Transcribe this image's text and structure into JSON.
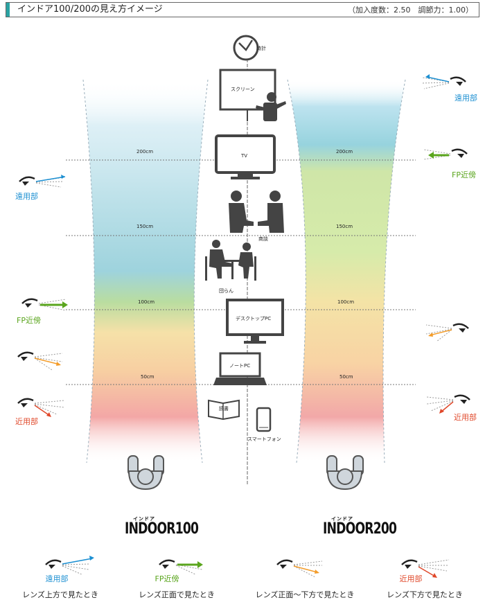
{
  "header": {
    "title": "インドア100/200の見え方イメージ",
    "params": "（加入度数：2.50　調節力：1.00）",
    "accent_color": "#2aa3a3"
  },
  "distances": [
    "200cm",
    "150cm",
    "100cm",
    "50cm"
  ],
  "objects": {
    "clock": "時計",
    "screen": "スクリーン",
    "tv": "TV",
    "meeting": "商談",
    "chat": "団らん",
    "desktop": "デスクトップPC",
    "notebook": "ノートPC",
    "reading": "読書",
    "smartphone": "スマートフォン"
  },
  "left_labels": {
    "far": "遠用部",
    "fp": "FP近傍",
    "near": "近用部"
  },
  "right_labels": {
    "far": "遠用部",
    "fp": "FP近傍",
    "near": "近用部"
  },
  "logos": {
    "left_small": "インドア",
    "left_big": "INDOOR100",
    "right_small": "インドア",
    "right_big": "INDOOR200"
  },
  "legend": [
    {
      "zone": "遠用部",
      "caption": "レンズ上方で見たとき",
      "icon": "eye-arrow-up-icon"
    },
    {
      "zone": "FP近傍",
      "caption": "レンズ正面で見たとき",
      "icon": "eye-arrow-straight-icon"
    },
    {
      "zone": "",
      "caption": "レンズ正面〜下方で見たとき",
      "icon": "eye-arrow-down-icon"
    },
    {
      "zone": "近用部",
      "caption": "レンズ下方で見たとき",
      "icon": "eye-arrow-down-steep-icon"
    }
  ],
  "colors": {
    "far": "#1b8fd2",
    "fp": "#5aa51d",
    "mid": "#f39c2a",
    "near": "#e0482a"
  }
}
